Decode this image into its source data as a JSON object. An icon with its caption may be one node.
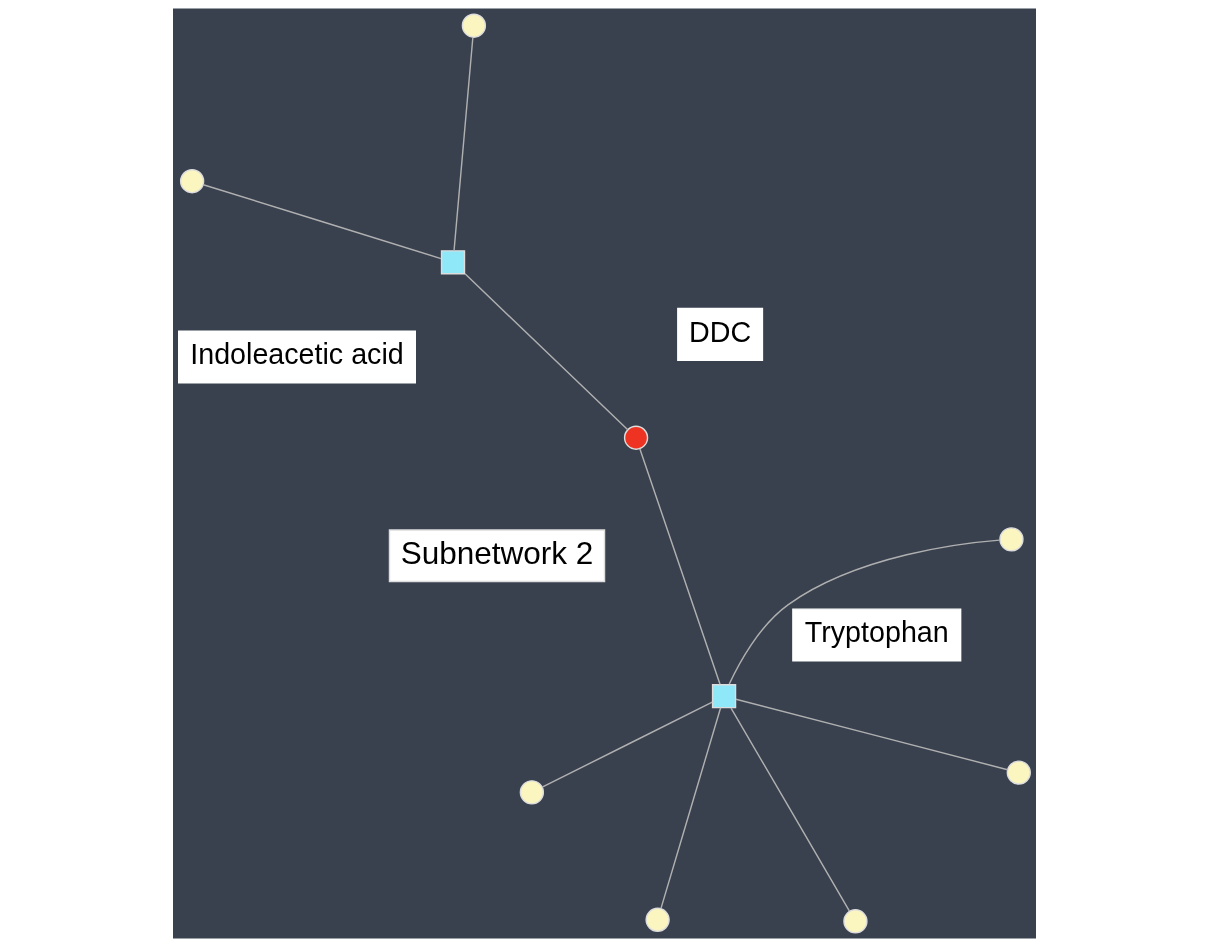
{
  "diagram": {
    "nodes": [
      {
        "text": [],
        "shape": "circle"
      },
      {
        "text": [],
        "shape": "box",
        "beside": [
          "Indoleacetic acid"
        ]
      },
      {
        "text": [],
        "shape": "circle"
      },
      {
        "text": [],
        "shape": "circle",
        "beside": [
          "DDC"
        ]
      },
      {
        "text": [],
        "shape": "circle"
      },
      {
        "text": [],
        "shape": "circle"
      },
      {
        "text": [],
        "shape": "box",
        "beside": [
          "Tryptophan"
        ]
      },
      {
        "text": [],
        "shape": "circle"
      },
      {
        "text": [],
        "shape": "circle"
      },
      {
        "text": [],
        "shape": "circle"
      }
    ],
    "edges": [
      {
        "from": 0,
        "to": 1,
        "arrow": "none"
      },
      {
        "from": 2,
        "to": 1,
        "arrow": "none"
      },
      {
        "from": 1,
        "to": 3,
        "arrow": "none"
      },
      {
        "from": 3,
        "to": 6,
        "arrow": "none"
      },
      {
        "from": 4,
        "to": 6,
        "arrow": "none"
      },
      {
        "from": 5,
        "to": 6,
        "arrow": "none"
      },
      {
        "from": 7,
        "to": 6,
        "arrow": "none"
      },
      {
        "from": 8,
        "to": 6,
        "arrow": "none"
      },
      {
        "from": 9,
        "to": 6,
        "arrow": "none"
      }
    ],
    "labels": [
      "Subnetwork 2"
    ]
  }
}
